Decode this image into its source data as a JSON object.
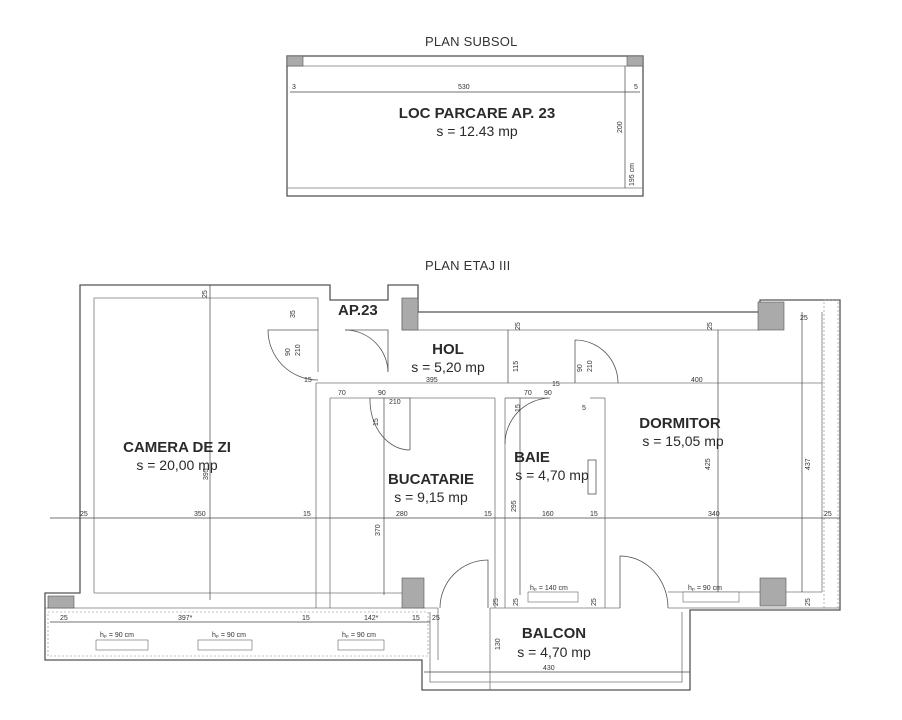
{
  "basement": {
    "title": "PLAN SUBSOL",
    "room_name": "LOC PARCARE AP. 23",
    "room_area": "s = 12.43 mp",
    "dims": {
      "width": "530",
      "height": "200",
      "side": "195 cm",
      "left": "3",
      "right": "5"
    }
  },
  "floor": {
    "title": "PLAN ETAJ III",
    "apartment": "AP.23",
    "rooms": {
      "hol": {
        "name": "HOL",
        "area": "s = 5,20 mp"
      },
      "camera": {
        "name": "CAMERA DE ZI",
        "area": "s = 20,00 mp"
      },
      "bucatarie": {
        "name": "BUCATARIE",
        "area": "s = 9,15 mp"
      },
      "baie": {
        "name": "BAIE",
        "area": "s = 4,70 mp"
      },
      "dormitor": {
        "name": "DORMITOR",
        "area": "s = 15,05 mp"
      },
      "balcon": {
        "name": "BALCON",
        "area": "s = 4,70 mp"
      }
    },
    "dims": {
      "top25a": "25",
      "top25b": "25",
      "top25c": "25",
      "top25d": "25",
      "d35": "35",
      "d90a": "90",
      "d210a": "210",
      "d15a": "15",
      "d395": "395",
      "d400": "400",
      "d115": "115",
      "d90b": "90",
      "d210b": "210",
      "d70a": "70",
      "d90c": "90",
      "d210c": "210",
      "d70b": "70",
      "d90d": "90",
      "d15b": "15",
      "d15c": "15",
      "d15d": "15",
      "d5": "5",
      "d25left": "25",
      "d350": "350",
      "d15e": "15",
      "d280": "280",
      "d15f": "15",
      "d295": "295",
      "d160": "160",
      "d15g": "15",
      "d340": "340",
      "d25right": "25",
      "d370": "370",
      "d425": "425",
      "d437": "437",
      "d395v": "395",
      "d25bl": "25",
      "d397": "397*",
      "d15h": "15",
      "d142": "142*",
      "d15i": "15",
      "d25br": "25",
      "hp1": "hₚ = 90 cm",
      "hp2": "hₚ = 90 cm",
      "hp3": "hₚ = 90 cm",
      "hp4": "hₚ = 140 cm",
      "hp5": "hₚ = 90 cm",
      "d25balc1": "25",
      "d25balc2": "25",
      "d25balc3": "25",
      "d25balc4": "25",
      "d130": "130",
      "d430": "430"
    }
  }
}
